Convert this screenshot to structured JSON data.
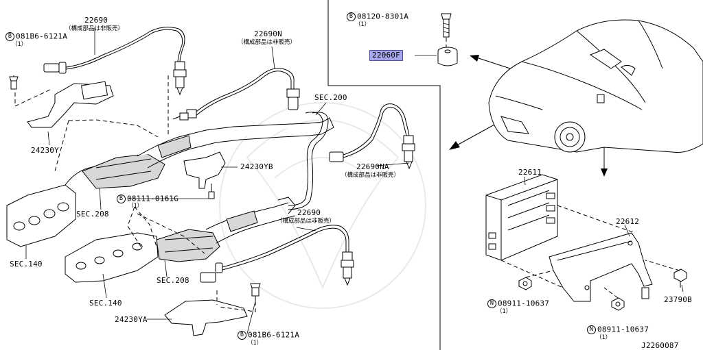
{
  "diagram": {
    "code": "J2260087",
    "sec_refs": {
      "sec200": "SEC.200",
      "sec208_upper": "SEC.208",
      "sec208_lower": "SEC.208",
      "sec140_upper": "SEC.140",
      "sec140_lower": "SEC.140"
    },
    "parts": {
      "p22690_upper": {
        "number": "22690",
        "note": "（構成部品は非販売）"
      },
      "p22690n": {
        "number": "22690N",
        "note": "（構成部品は非販売）"
      },
      "p22690na": {
        "number": "22690NA",
        "note": "（構成部品は非販売）"
      },
      "p22690_lower": {
        "number": "22690",
        "note": "（構成部品は非販売）"
      },
      "p24230y": {
        "number": "24230Y"
      },
      "p24230yb": {
        "number": "24230YB"
      },
      "p24230ya": {
        "number": "24230YA"
      },
      "p22060f": {
        "number": "22060F"
      },
      "p22611": {
        "number": "22611"
      },
      "p22612": {
        "number": "22612"
      },
      "p23790b": {
        "number": "23790B"
      }
    },
    "bolts": {
      "b081b6_upper": {
        "symbol": "B",
        "number": "081B6-6121A",
        "qty": "（1）"
      },
      "b08120": {
        "symbol": "B",
        "number": "08120-8301A",
        "qty": "（1）"
      },
      "b08111": {
        "symbol": "B",
        "number": "08111-0161G",
        "qty": "（1）"
      },
      "b081b6_lower": {
        "symbol": "B",
        "number": "081B6-6121A",
        "qty": "（1）"
      }
    },
    "nuts": {
      "n08911_left": {
        "symbol": "N",
        "number": "08911-10637",
        "qty": "（1）"
      },
      "n08911_right": {
        "symbol": "N",
        "number": "08911-10637",
        "qty": "（1）"
      }
    },
    "colors": {
      "highlight": "#a7a7ee",
      "line": "#000000"
    }
  }
}
